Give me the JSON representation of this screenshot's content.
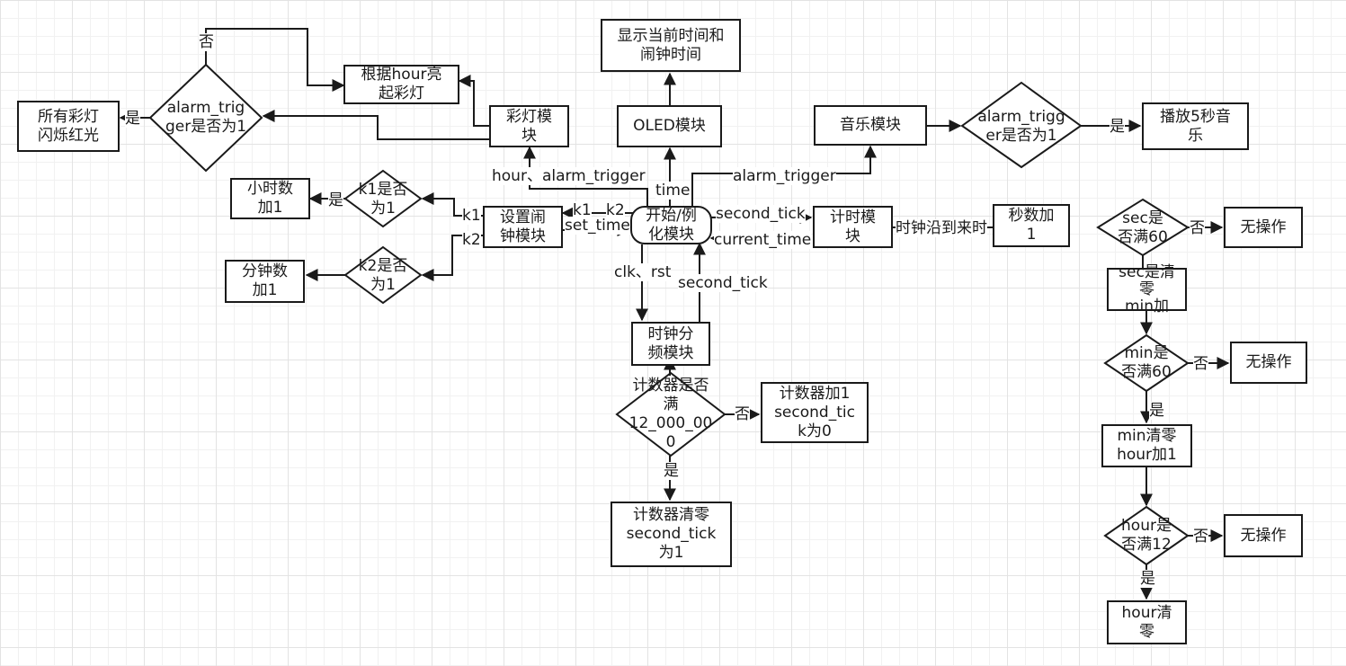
{
  "nodes": {
    "display": "显示当前时间和\n闹钟时间",
    "oled": "OLED模块",
    "music": "音乐模块",
    "music_decision": "alarm_trigg\ner是否为1",
    "play": "播放5秒音\n乐",
    "light": "彩灯模\n块",
    "light_by_hour": "根据hour亮\n起彩灯",
    "alarm_decision": "alarm_trig\nger是否为1",
    "all_flash": "所有彩灯\n闪烁红光",
    "start": "开始/例\n化模块",
    "set_alarm": "设置闹\n钟模块",
    "k1_decision": "k1是否\n为1",
    "k2_decision": "k2是否\n为1",
    "hour_add": "小时数\n加1",
    "min_add": "分钟数\n加1",
    "timer": "计时模\n块",
    "sec_add": "秒数加\n1",
    "divider": "时钟分\n频模块",
    "counter_decision": "计数器是否\n满\n12_000_00\n0",
    "counter_add": "计数器加1\nsecond_tic\nk为0",
    "counter_clear": "计数器清零\nsecond_tick\n为1",
    "sec_decision": "sec是\n否满60",
    "sec_clear": "sec是清\n零\nmin加",
    "min_decision": "min是\n否满60",
    "min_clear": "min清零\nhour加1",
    "hour_decision": "hour是\n否满12",
    "hour_clear": "hour清\n零",
    "noop1": "无操作",
    "noop2": "无操作",
    "noop3": "无操作"
  },
  "edge_labels": {
    "no_top": "否",
    "yes_left": "是",
    "hour_alarm": "hour、alarm_trigger",
    "time": "time",
    "alarm_trigger": "alarm_trigger",
    "yes_music": "是",
    "k1": "k1",
    "k2": "k2",
    "k1_small": "k1",
    "k2_small": "k2",
    "set_time": "set_time",
    "second_tick_top": "second_tick",
    "current_time": "current_time",
    "clock_edge": "时钟沿到来时",
    "clk_rst": "clk、rst",
    "second_tick_bottom": "second_tick",
    "yes_k1": "是",
    "no_counter": "否",
    "yes_counter": "是",
    "no_sec": "否",
    "no_min": "否",
    "yes_min": "是",
    "no_hour": "否",
    "yes_hour": "是"
  }
}
